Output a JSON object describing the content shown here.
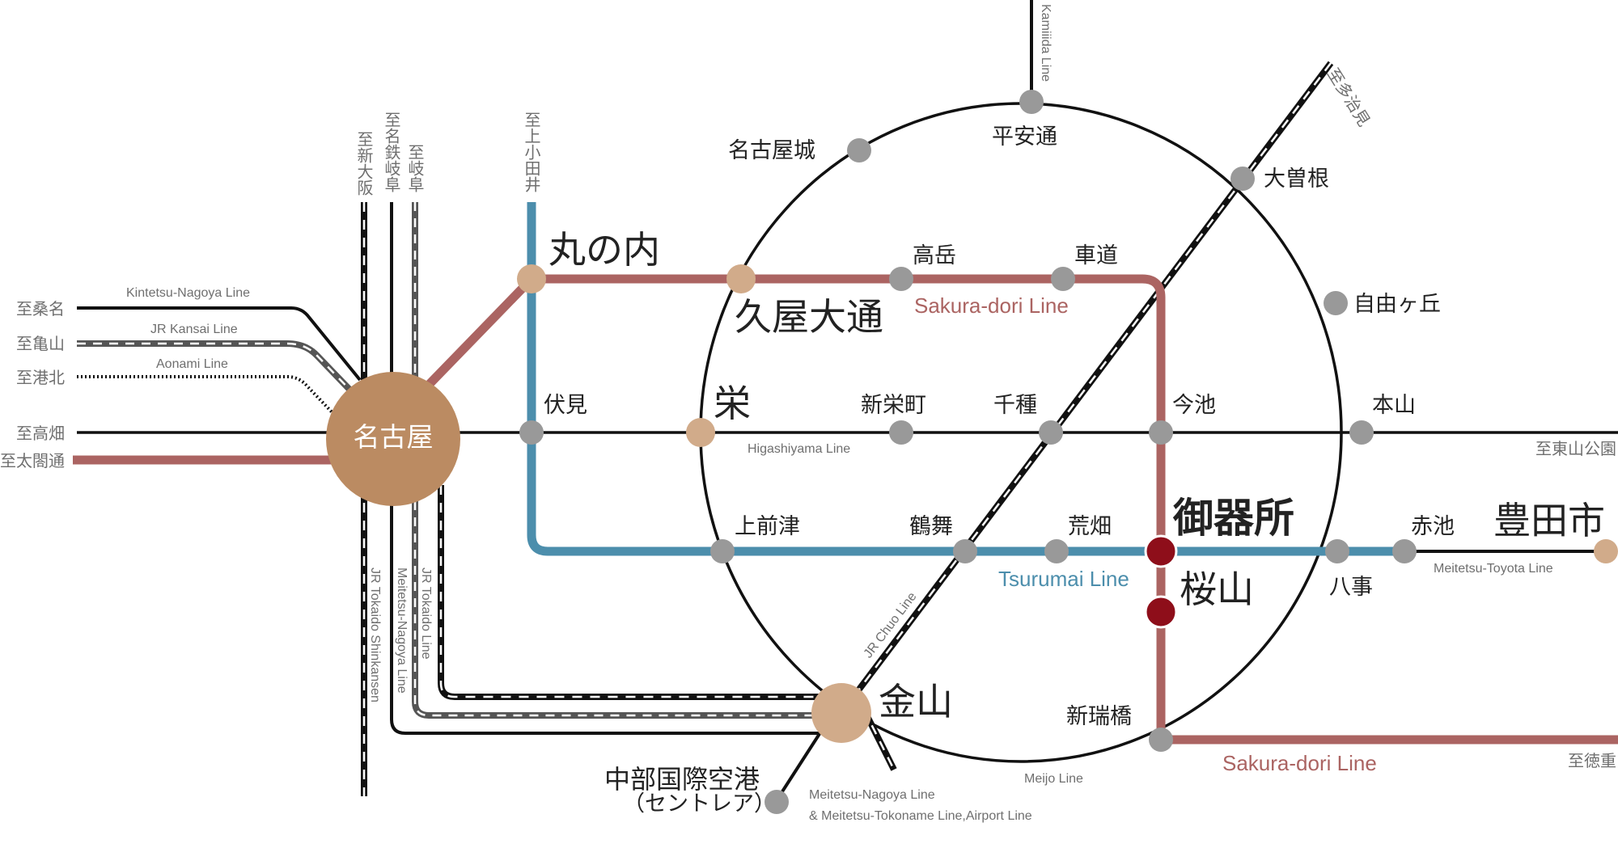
{
  "colors": {
    "sakura": "#ab6462",
    "tsurumai": "#4c8eac",
    "black": "#111111",
    "station_gray": "#999999",
    "station_tan": "#d1ab8a",
    "station_red": "#8e0e1a",
    "hub": "#bb8b62"
  },
  "stations": {
    "nagoya": "名古屋",
    "marunouchi": "丸の内",
    "hisaya_odori": "久屋大通",
    "takaoka": "高岳",
    "kurumamichi": "車道",
    "fushimi": "伏見",
    "sakae": "栄",
    "shin_sakaemachi": "新栄町",
    "chikusa": "千種",
    "imaike": "今池",
    "motoyama": "本山",
    "kamimaezu": "上前津",
    "tsurumai": "鶴舞",
    "arahata": "荒畑",
    "gokiso": "御器所",
    "sakurayama": "桜山",
    "yagoto": "八事",
    "akaike": "赤池",
    "toyotashi": "豊田市",
    "kanayama": "金山",
    "mizuho_kuyakusho": "新瑞橋",
    "centrair": "中部国際空港",
    "centrair_kana": "（セントレア）",
    "meijojo": "名古屋城",
    "heiando": "平安通",
    "ozone": "大曽根",
    "jiyugaoka": "自由ヶ丘"
  },
  "destinations": {
    "kuwana": "至桑名",
    "kameyama": "至亀山",
    "kohoku": "至港北",
    "takabata": "至高畑",
    "taikotori": "至太閤通",
    "shin_osaka": "至新大阪",
    "meitetsu_gifu": "至名鉄岐阜",
    "gifu": "至岐阜",
    "kamiotai": "至上小田井",
    "tajimi": "至多治見",
    "higashiyama_koen": "至東山公園",
    "tokushige": "至徳重"
  },
  "lines": {
    "kintetsu": "Kintetsu-Nagoya Line",
    "jr_kansai": "JR Kansai Line",
    "aonami": "Aonami Line",
    "sakura_dori_1": "Sakura-dori Line",
    "sakura_dori_2": "Sakura-dori Line",
    "higashiyama": "Higashiyama Line",
    "tsurumai": "Tsurumai Line",
    "meitetsu_toyota": "Meitetsu-Toyota Line",
    "jr_chuo": "JR Chuo Line",
    "meijo": "Meijo Line",
    "kamiiida": "Kamiiida Line",
    "jr_tokaido_shinkansen": "JR Tokaido Shinkansen",
    "meitetsu_nagoya_vertical": "Meitetsu-Nagoya Line",
    "jr_tokaido": "JR Tokaido Line",
    "meitetsu_airport_1": "Meitetsu-Nagoya Line",
    "meitetsu_airport_2": "&  Meitetsu-Tokoname Line,Airport Line"
  }
}
